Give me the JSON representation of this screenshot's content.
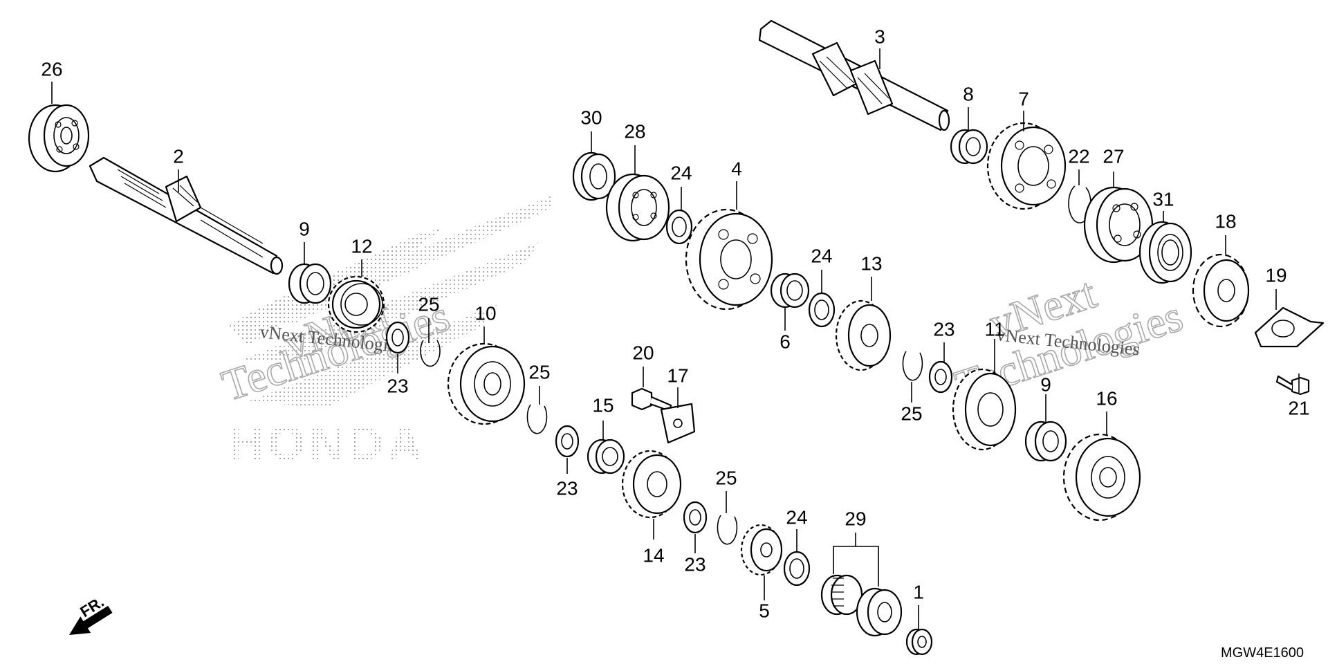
{
  "diagram": {
    "code": "MGW4E1600",
    "direction_label": "FR.",
    "watermark": {
      "brand": "HONDA",
      "lines": [
        "vNext",
        "Technologies",
        "vNext Technologies"
      ]
    },
    "callouts": {
      "c1": "1",
      "c2": "2",
      "c3": "3",
      "c4": "4",
      "c5": "5",
      "c6": "6",
      "c7": "7",
      "c8": "8",
      "c9a": "9",
      "c9b": "9",
      "c10": "10",
      "c11": "11",
      "c12": "12",
      "c13": "13",
      "c14": "14",
      "c15": "15",
      "c16": "16",
      "c17": "17",
      "c18": "18",
      "c19": "19",
      "c20": "20",
      "c21": "21",
      "c22": "22",
      "c23a": "23",
      "c23b": "23",
      "c23c": "23",
      "c23d": "23",
      "c24a": "24",
      "c24b": "24",
      "c24c": "24",
      "c25a": "25",
      "c25b": "25",
      "c25c": "25",
      "c25d": "25",
      "c26": "26",
      "c27": "27",
      "c28": "28",
      "c29": "29",
      "c30": "30",
      "c31": "31"
    }
  }
}
